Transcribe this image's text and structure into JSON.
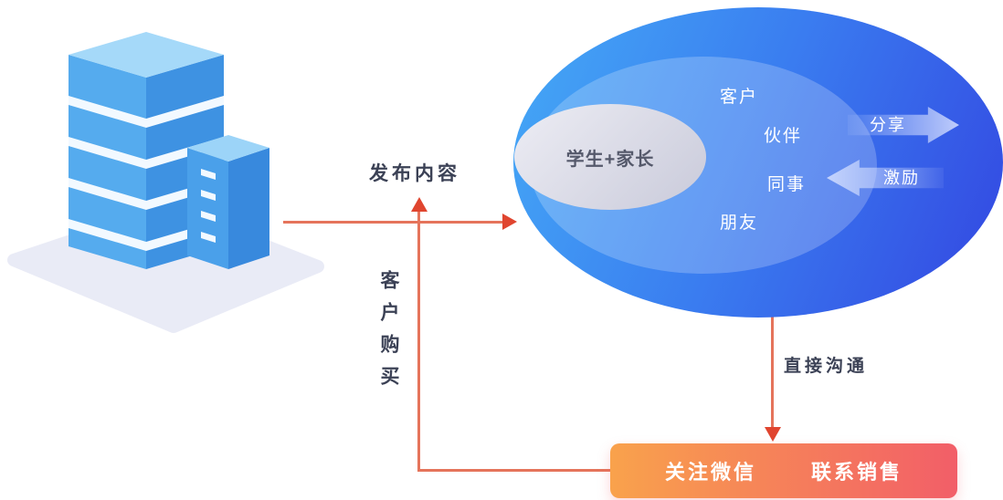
{
  "flow": {
    "publish_label": "发布内容",
    "purchase_label": "客户购买",
    "communicate_label": "直接沟通"
  },
  "audience": {
    "core_label": "学生+家长",
    "ring_labels": [
      {
        "label": "客户"
      },
      {
        "label": "伙伴"
      },
      {
        "label": "同事"
      },
      {
        "label": "朋友"
      }
    ],
    "share_label": "分享",
    "incentive_label": "激励"
  },
  "cta": {
    "wechat_label": "关注微信",
    "sales_label": "联系销售"
  },
  "icons": {
    "buildings": "buildings-illustration",
    "share_arrow": "right-arrow-shape",
    "incentive_arrow": "left-arrow-shape"
  },
  "colors": {
    "line_accent": "#e5745b",
    "arrowhead": "#e0452f",
    "ellipse_gradient_start": "#45aaf6",
    "ellipse_gradient_end": "#3346e1",
    "core_ellipse": "#d8d9e5",
    "cta_gradient_start": "#f9a24c",
    "cta_gradient_end": "#f25e68",
    "label_text": "#3b4155",
    "building_blue": "#55abee",
    "platform": "#e9ebf6"
  }
}
